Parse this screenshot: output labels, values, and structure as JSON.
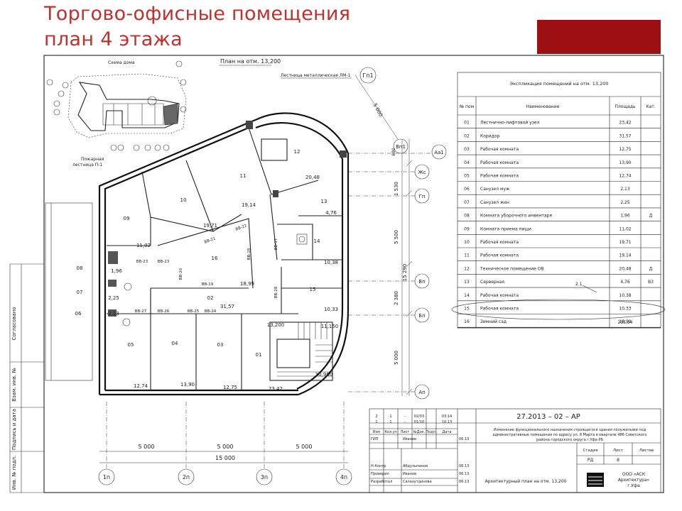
{
  "title": {
    "line1": "Торгово-офисные помещения",
    "line2": "план 4 этажа"
  },
  "colors": {
    "title": "#c0302c",
    "accent_block": "#9c0f12"
  },
  "plan": {
    "heading": "План на отм. 13,200",
    "scheme_label": "Схема дома",
    "stair_label": "Лестница металлическая ЛМ-1",
    "fire_stair_label": [
      "Пожарная",
      "лестница П-1"
    ],
    "sidebar_labels": [
      "Согласовано",
      "Взам. инв. №",
      "Подпись и дата",
      "Инв. № подл."
    ],
    "axes": [
      {
        "id": "axis-1n",
        "label": "1п"
      },
      {
        "id": "axis-2n",
        "label": "2п"
      },
      {
        "id": "axis-3n",
        "label": "3п"
      },
      {
        "id": "axis-4n",
        "label": "4п"
      },
      {
        "id": "axis-Gp1",
        "label": "Гп1"
      },
      {
        "id": "axis-Vp1",
        "label": "Вп1"
      },
      {
        "id": "axis-Aa1",
        "label": "Аа1"
      },
      {
        "id": "axis-Zhs",
        "label": "Жс"
      },
      {
        "id": "axis-Gp",
        "label": "Гп"
      },
      {
        "id": "axis-Vp",
        "label": "Вп"
      },
      {
        "id": "axis-Bp",
        "label": "Бп"
      },
      {
        "id": "axis-Ap",
        "label": "Ап"
      }
    ],
    "dimensions": {
      "bottom_segments": [
        "5 000",
        "5 000",
        "5 000"
      ],
      "bottom_total": "15 000",
      "right_chain": [
        "1 530",
        "5 500",
        "2 380",
        "5 000"
      ],
      "right_total": "15 290",
      "top_right": "5 000",
      "small": "880"
    },
    "room_numbers": [
      "01",
      "02",
      "03",
      "04",
      "05",
      "06",
      "07",
      "08",
      "09",
      "10",
      "11",
      "12",
      "13",
      "14",
      "15",
      "16"
    ],
    "areas": [
      {
        "id": "a05",
        "v": "12,74"
      },
      {
        "id": "a04",
        "v": "13,90"
      },
      {
        "id": "a03",
        "v": "12,75"
      },
      {
        "id": "a01",
        "v": "23,42"
      },
      {
        "id": "a02",
        "v": "31,57"
      },
      {
        "id": "a16",
        "v": "18,99"
      },
      {
        "id": "a10",
        "v": "19,71"
      },
      {
        "id": "a11",
        "v": "19,14"
      },
      {
        "id": "a12",
        "v": "20,48"
      },
      {
        "id": "a13",
        "v": "4,76"
      },
      {
        "id": "a14",
        "v": "10,38"
      },
      {
        "id": "a15",
        "v": "10,33"
      },
      {
        "id": "a09",
        "v": "11,02"
      },
      {
        "id": "a08",
        "v": "1,96"
      },
      {
        "id": "a07",
        "v": "2,25"
      },
      {
        "id": "a06",
        "v": "2,13"
      }
    ],
    "marks": [
      "13,200",
      "11,150",
      "10,950"
    ],
    "openings": [
      "ВВ-23",
      "ВВ-23",
      "ВВ-20",
      "ВВ-19",
      "ВВ-21",
      "ВВ-22",
      "ВВ-18",
      "ВВ-17",
      "ВВ-28",
      "ВВ-27",
      "ВВ-26",
      "ВВ-25",
      "ВВ-24"
    ],
    "callout": "2.1"
  },
  "explication": {
    "title": "Экспликация помещений на отм. 13,200",
    "headers": [
      "№ пом",
      "Наименование",
      "Площадь",
      "Кат."
    ],
    "rows": [
      [
        "01",
        "Лестнично-лифтовой узел",
        "23,42",
        ""
      ],
      [
        "02",
        "Коридор",
        "31,57",
        ""
      ],
      [
        "03",
        "Рабочая комната",
        "12,75",
        ""
      ],
      [
        "04",
        "Рабочая комната",
        "13,90",
        ""
      ],
      [
        "05",
        "Рабочая комната",
        "12,74",
        ""
      ],
      [
        "06",
        "Санузел муж",
        "2,13",
        ""
      ],
      [
        "07",
        "Санузел жен",
        "2,25",
        ""
      ],
      [
        "08",
        "Комната уборочного инвентаря",
        "1,96",
        "Д"
      ],
      [
        "09",
        "Комната приема пищи",
        "11,02",
        ""
      ],
      [
        "10",
        "Рабочая комната",
        "19,71",
        ""
      ],
      [
        "11",
        "Рабочая комната",
        "19,14",
        ""
      ],
      [
        "12",
        "Техническое помещение ОВ",
        "20,48",
        "Д"
      ],
      [
        "13",
        "Серверная",
        "4,76",
        "В3"
      ],
      [
        "14",
        "Рабочая комната",
        "10,38",
        ""
      ],
      [
        "15",
        "Рабочая комната",
        "10,33",
        ""
      ],
      [
        "16",
        "Зимний сад",
        "18,99",
        ""
      ]
    ],
    "total": "215,54"
  },
  "title_block": {
    "code": "27.2013 – 02 – АР",
    "description": [
      "Изменение функционального назначения строящегося здания полужилыми под",
      "административные помещения по адресу ул. 8 Марта в квартале 486 Советского",
      "района городского округа г.Уфа РБ"
    ],
    "sheet_title": "Архитектурный план на отм. 13,200",
    "stage_headers": [
      "Стадия",
      "Лист",
      "Листов"
    ],
    "stage_values": [
      "РД",
      "8",
      ""
    ],
    "company": [
      "ООО «АСК",
      "Архитектура»",
      "г.Уфа"
    ],
    "revisions": [
      [
        "2",
        "1",
        "-",
        "02/03",
        "",
        "03.14"
      ],
      [
        "1",
        "1",
        "-",
        "01/10",
        "",
        "10.13"
      ]
    ],
    "rev_headers": [
      "Изм",
      "Кол.уч",
      "Лист",
      "№Док.",
      "Подп.",
      "Дата"
    ],
    "people": [
      [
        "ГИП",
        "Иванов",
        "06.13"
      ],
      [
        "Н.Контр",
        "Абдульманов",
        "06.13"
      ],
      [
        "Проверил",
        "Иванов",
        "06.13"
      ],
      [
        "Разработал",
        "Салахутдинова",
        "06.13"
      ]
    ]
  }
}
